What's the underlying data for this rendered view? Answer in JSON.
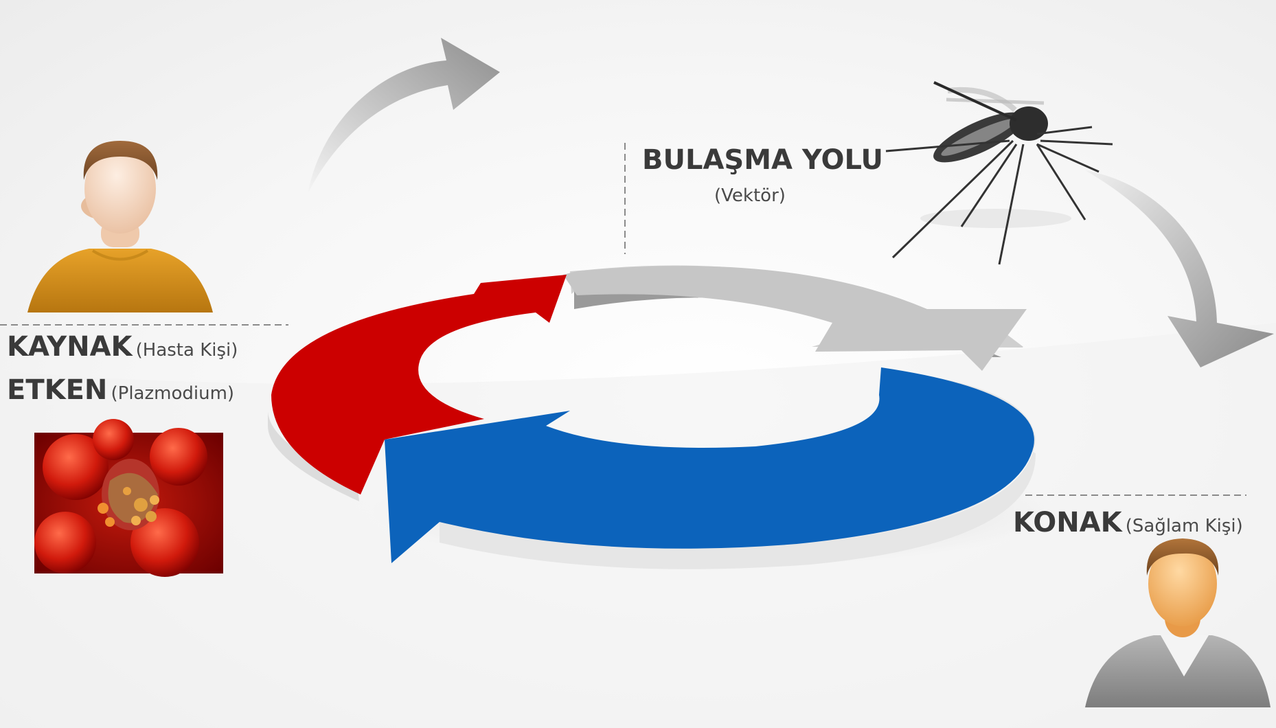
{
  "source": {
    "title": "KAYNAK",
    "note": "(Hasta Kişi)",
    "icon": "sick-person-icon"
  },
  "agent": {
    "title": "ETKEN",
    "note": "(Plazmodium)",
    "image": "infected-red-blood-cells-image"
  },
  "transmission": {
    "title": "BULAŞMA YOLU",
    "note": "(Vektör)",
    "image": "mosquito-image"
  },
  "host": {
    "title": "KONAK",
    "note": "(Sağlam Kişi)",
    "icon": "healthy-person-icon"
  },
  "cycle": {
    "segments": [
      {
        "name": "red-arrow",
        "color": "#cc0000"
      },
      {
        "name": "gray-arrow",
        "color": "#c8c8c8"
      },
      {
        "name": "blue-arrow",
        "color": "#0c63bb"
      }
    ]
  }
}
